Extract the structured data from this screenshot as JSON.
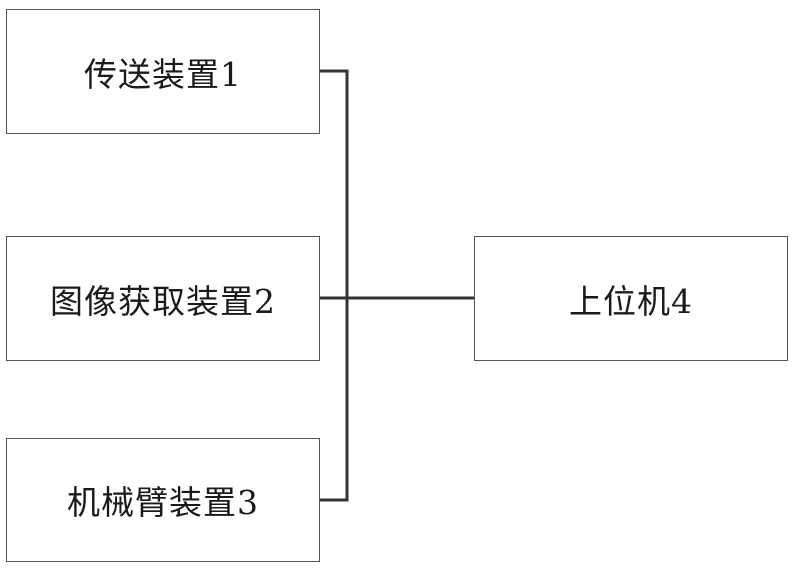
{
  "diagram": {
    "nodes": [
      {
        "id": "1",
        "label": "传送装置1"
      },
      {
        "id": "2",
        "label": "图像获取装置2"
      },
      {
        "id": "3",
        "label": "机械臂装置3"
      },
      {
        "id": "4",
        "label": "上位机4"
      }
    ],
    "edges": [
      {
        "from": "1",
        "to": "4"
      },
      {
        "from": "2",
        "to": "4"
      },
      {
        "from": "3",
        "to": "4"
      }
    ],
    "line_color": "#333333"
  }
}
